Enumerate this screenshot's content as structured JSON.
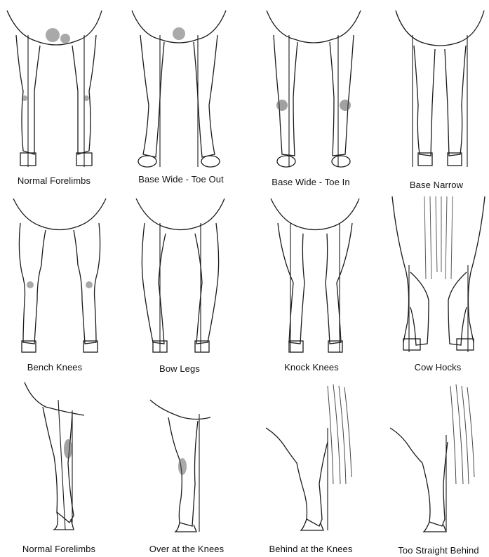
{
  "figure": {
    "rows": [
      {
        "row": "front-forelimbs",
        "items": [
          {
            "label": "Normal  Forelimbs",
            "view": "front",
            "fault": "none"
          },
          {
            "label": "Base Wide - Toe Out",
            "view": "front",
            "fault": "base-wide-toe-out"
          },
          {
            "label": "Base Wide - Toe In",
            "view": "front",
            "fault": "base-wide-toe-in"
          },
          {
            "label": "Base Narrow",
            "view": "front",
            "fault": "base-narrow"
          }
        ]
      },
      {
        "row": "front-and-rear-faults",
        "items": [
          {
            "label": "Bench Knees",
            "view": "front",
            "fault": "bench-knees"
          },
          {
            "label": "Bow Legs",
            "view": "front",
            "fault": "bow-legs"
          },
          {
            "label": "Knock Knees",
            "view": "front",
            "fault": "knock-knees"
          },
          {
            "label": "Cow Hocks",
            "view": "rear",
            "fault": "cow-hocks"
          }
        ]
      },
      {
        "row": "side-view",
        "items": [
          {
            "label": "Normal Forelimbs",
            "view": "side",
            "fault": "none"
          },
          {
            "label": "Over at the Knees",
            "view": "side",
            "fault": "over-at-knees"
          },
          {
            "label": "Behind at the Knees",
            "view": "side",
            "fault": "behind-at-knees"
          },
          {
            "label": "Too Straight Behind",
            "view": "side",
            "fault": "too-straight-behind"
          }
        ]
      }
    ]
  },
  "colors": {
    "ink": "#1a1a1a",
    "paper": "#ffffff",
    "shade": "#555555"
  }
}
